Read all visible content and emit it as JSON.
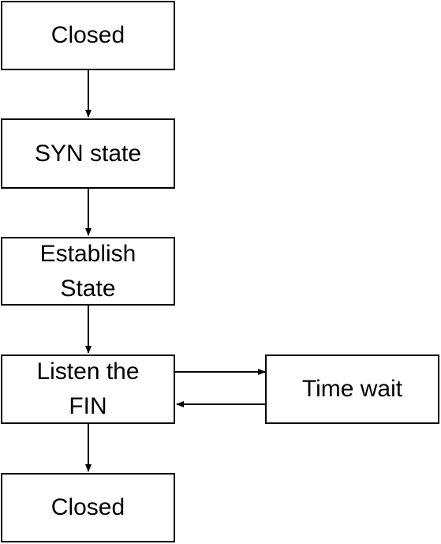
{
  "diagram": {
    "nodes": [
      {
        "id": "closed_top",
        "label": "Closed"
      },
      {
        "id": "syn_state",
        "label": "SYN state"
      },
      {
        "id": "establish_state",
        "label": "Establish\nState"
      },
      {
        "id": "listen_fin",
        "label": "Listen the\nFIN"
      },
      {
        "id": "time_wait",
        "label": "Time wait"
      },
      {
        "id": "closed_bottom",
        "label": "Closed"
      }
    ],
    "edges": [
      {
        "from": "closed_top",
        "to": "syn_state"
      },
      {
        "from": "syn_state",
        "to": "establish_state"
      },
      {
        "from": "establish_state",
        "to": "listen_fin"
      },
      {
        "from": "listen_fin",
        "to": "time_wait"
      },
      {
        "from": "time_wait",
        "to": "listen_fin"
      },
      {
        "from": "listen_fin",
        "to": "closed_bottom"
      }
    ]
  }
}
